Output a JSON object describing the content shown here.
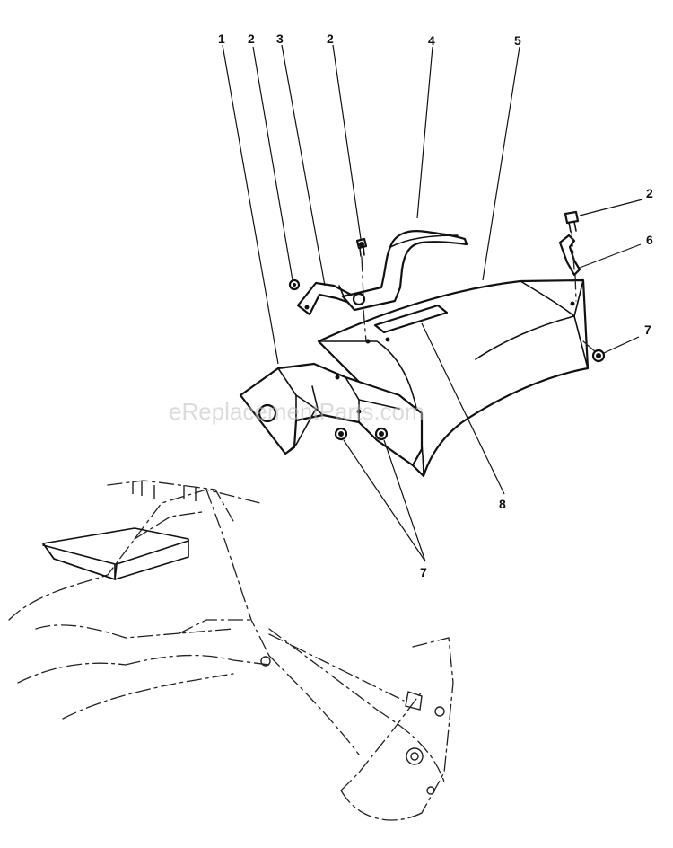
{
  "watermark": "eReplacementParts.com",
  "callouts": {
    "c1": "1",
    "c2a": "2",
    "c3": "3",
    "c2b": "2",
    "c4": "4",
    "c5": "5",
    "c2c": "2",
    "c6": "6",
    "c7a": "7",
    "c7b": "7",
    "c8": "8"
  },
  "colors": {
    "ink": "#111111",
    "paper": "#ffffff",
    "watermark": "#bfbfbf"
  }
}
